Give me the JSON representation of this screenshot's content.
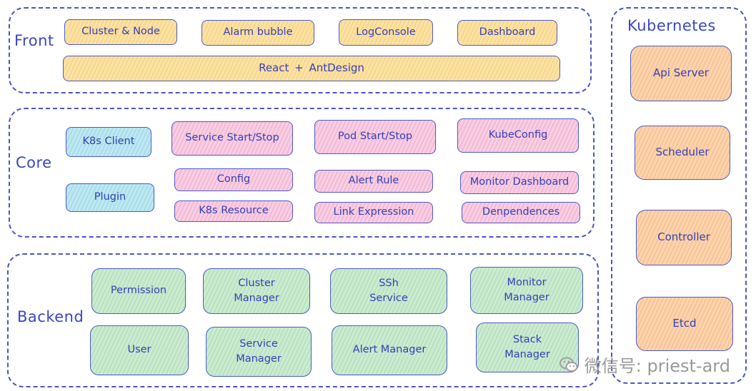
{
  "front": {
    "label": "Front",
    "boxes": [
      "Cluster & Node",
      "Alarm bubble",
      "LogConsole",
      "Dashboard"
    ],
    "base": "React +  AntDesign"
  },
  "core": {
    "label": "Core",
    "k8s_client": "K8s Client",
    "plugin": "Plugin",
    "service_start_stop": "Service Start/Stop",
    "pod_start_stop": "Pod Start/Stop",
    "kubeconfig": "KubeConfig",
    "config": "Config",
    "alert_rule": "Alert Rule",
    "monitor_dashboard": "Monitor Dashboard",
    "k8s_resource": "K8s Resource",
    "link_expression": "Link Expression",
    "dependences": "Denpendences"
  },
  "backend": {
    "label": "Backend",
    "permission": "Permission",
    "cluster_manager": "Cluster\nManager",
    "ssh_service": "SSh\nService",
    "monitor_manager": "Monitor\nManager",
    "user": "User",
    "service_manager": "Service\nManager",
    "alert_manager": "Alert Manager",
    "stack_manager": "Stack\nManager"
  },
  "kubernetes": {
    "label": "Kubernetes",
    "components": [
      "Api Server",
      "Scheduler",
      "Controller",
      "Etcd"
    ]
  },
  "watermark": {
    "text": "微信号: priest-ard",
    "icon": "wechat-icon"
  },
  "colors": {
    "border": "#4a55c6",
    "text": "#3440b8",
    "yellow": "#f9d68b",
    "pink": "#f3b9d5",
    "cyan": "#a8dcea",
    "green": "#b8e2bf",
    "orange": "#f8c493"
  }
}
